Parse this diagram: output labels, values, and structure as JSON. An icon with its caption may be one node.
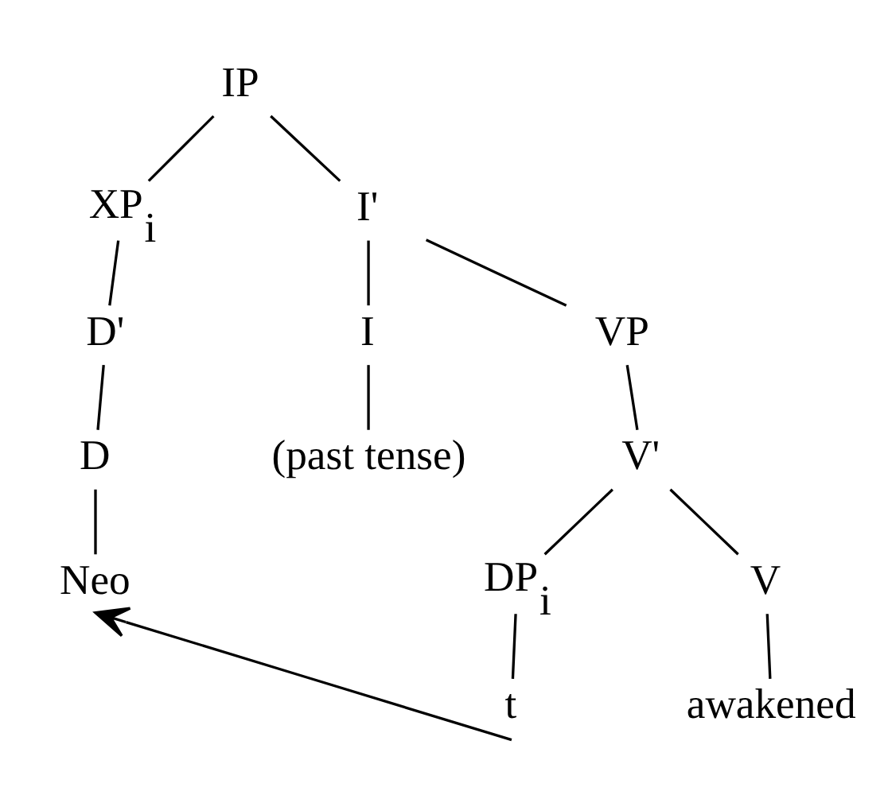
{
  "diagram": {
    "nodes": [
      {
        "text": [
          "IP"
        ]
      },
      {
        "text": [
          "XP$_{i}$"
        ]
      },
      {
        "text": [
          "I'"
        ]
      },
      {
        "text": [
          "D'"
        ]
      },
      {
        "text": [
          "I"
        ]
      },
      {
        "text": [
          "VP"
        ]
      },
      {
        "text": [
          "D"
        ]
      },
      {
        "text": [
          "(past tense)"
        ]
      },
      {
        "text": [
          "V'"
        ]
      },
      {
        "text": [
          "Neo"
        ]
      },
      {
        "text": [
          "V"
        ]
      },
      {
        "text": [
          "DP$_{i}$"
        ]
      },
      {
        "text": [
          "awakened"
        ]
      },
      {
        "text": [
          "t"
        ]
      }
    ],
    "edges": [
      {
        "from": 0,
        "to": 1,
        "arrow": "none"
      },
      {
        "from": 0,
        "to": 2,
        "arrow": "none"
      },
      {
        "from": 1,
        "to": 3,
        "arrow": "none"
      },
      {
        "from": 2,
        "to": 4,
        "arrow": "none"
      },
      {
        "from": 2,
        "to": 5,
        "arrow": "none"
      },
      {
        "from": 3,
        "to": 6,
        "arrow": "none"
      },
      {
        "from": 4,
        "to": 7,
        "arrow": "none"
      },
      {
        "from": 5,
        "to": 8,
        "arrow": "none"
      },
      {
        "from": 6,
        "to": 9,
        "arrow": "none"
      },
      {
        "from": 8,
        "to": 10,
        "arrow": "none"
      },
      {
        "from": 8,
        "to": 11,
        "arrow": "none"
      },
      {
        "from": 10,
        "to": 12,
        "arrow": "none"
      },
      {
        "from": 11,
        "to": 13,
        "arrow": "none"
      },
      {
        "from": 13,
        "to": 9,
        "arrow": "to"
      }
    ]
  }
}
